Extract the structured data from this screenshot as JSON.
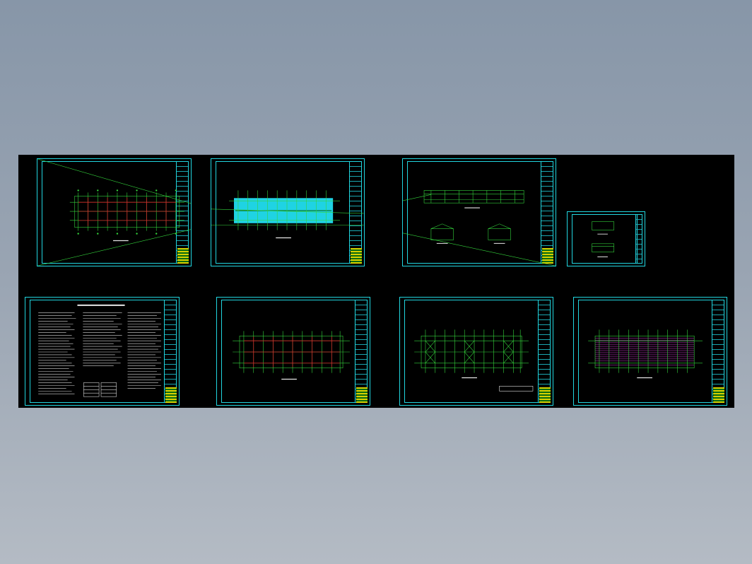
{
  "viewport": {
    "background": "#000000",
    "sheet_border": "#21d6e0",
    "grid_line": "#34d43c",
    "member_red": "#d22b2b",
    "highlight_fill": "#1fd3e3",
    "bracing_magenta": "#d13cd3"
  },
  "sheets": [
    {
      "id": "plan-1",
      "kind": "column-plan"
    },
    {
      "id": "plan-2-selected",
      "kind": "highlighted-plan"
    },
    {
      "id": "elevations",
      "kind": "elevation"
    },
    {
      "id": "small-detail",
      "kind": "detail"
    },
    {
      "id": "design-notes",
      "kind": "notes"
    },
    {
      "id": "plan-3",
      "kind": "column-plan"
    },
    {
      "id": "bracing-plan",
      "kind": "bracing-plan"
    },
    {
      "id": "purlin-plan",
      "kind": "purlin-plan"
    }
  ]
}
